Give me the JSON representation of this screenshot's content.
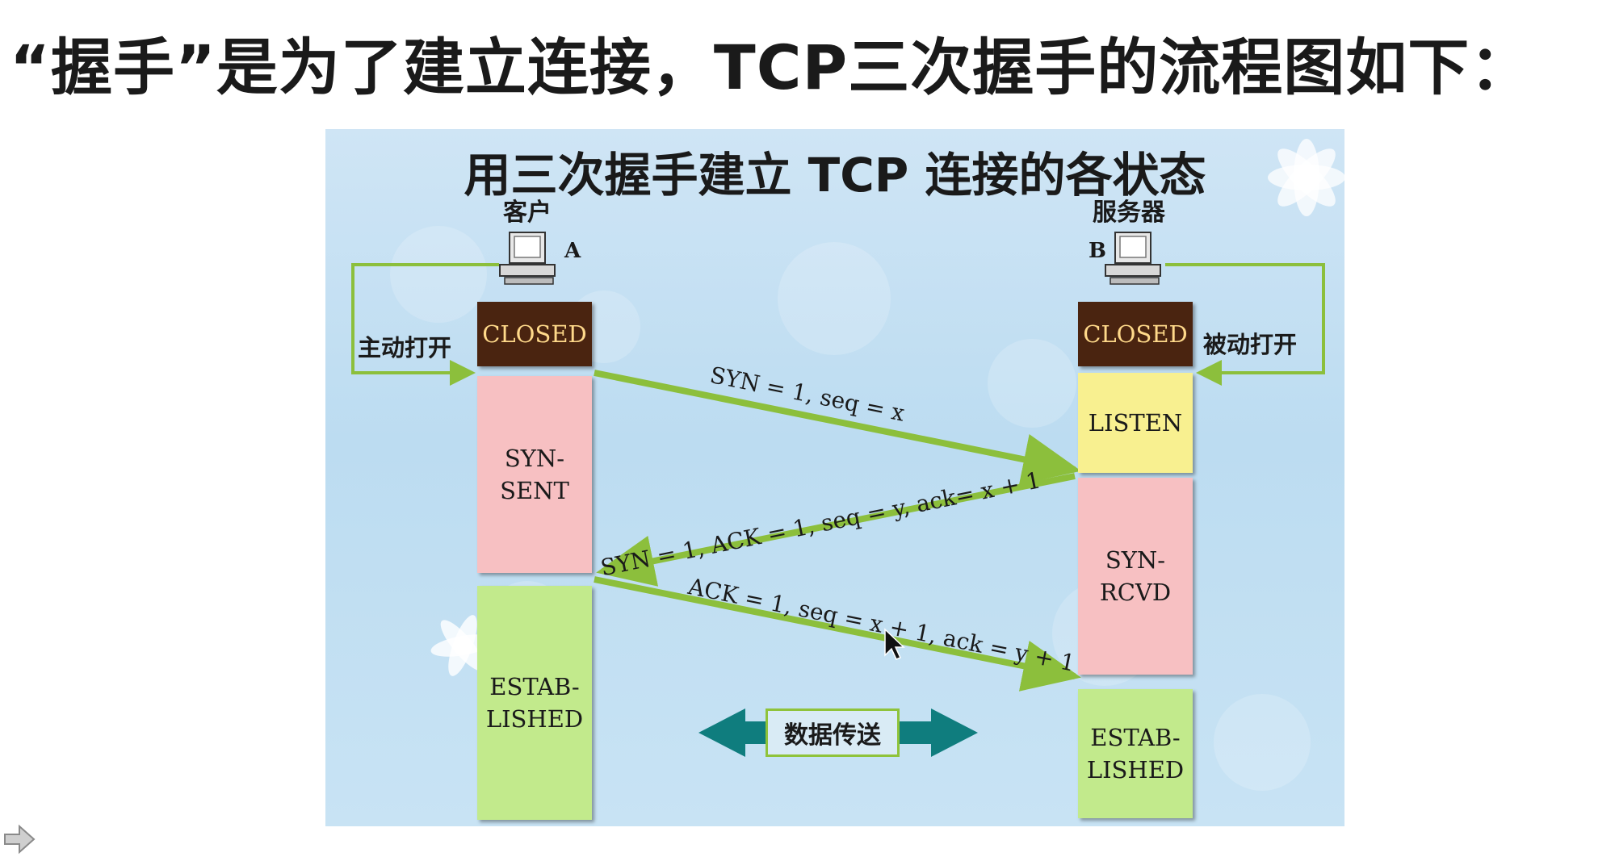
{
  "slide_title": "“握手”是为了建立连接，TCP三次握手的流程图如下：",
  "diagram": {
    "title": "用三次握手建立 TCP 连接的各状态",
    "client": {
      "label": "客户",
      "letter": "A",
      "open_label": "主动打开"
    },
    "server": {
      "label": "服务器",
      "letter": "B",
      "open_label": "被动打开"
    },
    "client_states": [
      {
        "text": "CLOSED"
      },
      {
        "text": "SYN-\nSENT"
      },
      {
        "text": "ESTAB-\nLISHED"
      }
    ],
    "server_states": [
      {
        "text": "CLOSED"
      },
      {
        "text": "LISTEN"
      },
      {
        "text": "SYN-\nRCVD"
      },
      {
        "text": "ESTAB-\nLISHED"
      }
    ],
    "messages": [
      {
        "text": "SYN = 1, seq = x"
      },
      {
        "text": "SYN = 1, ACK = 1, seq = y, ack= x + 1"
      },
      {
        "text": "ACK = 1, seq = x + 1, ack = y + 1"
      }
    ],
    "data_transfer": "数据传送"
  },
  "colors": {
    "arrow_green": "#8cbf3c",
    "closed_bg": "#4a2410",
    "closed_text": "#ffd98a",
    "syn_sent_bg": "#f7c0c2",
    "established_bg": "#c2ea8c",
    "listen_bg": "#f8f090",
    "transfer_arrow": "#0f7d7e"
  },
  "icons": [
    "computer-icon",
    "nav-arrow-icon"
  ]
}
